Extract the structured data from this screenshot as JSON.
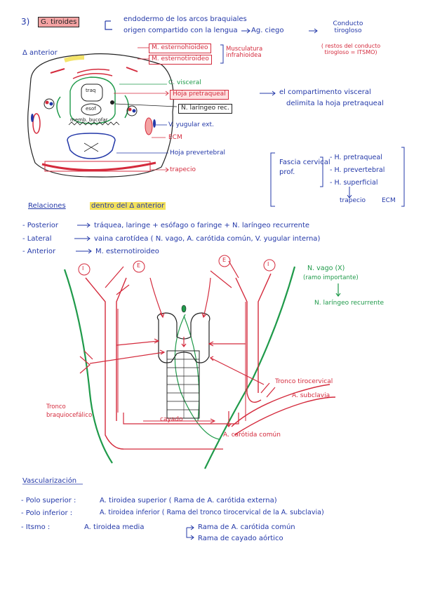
{
  "header": {
    "number": "3)",
    "topic": "G. tiroides",
    "line1": "endodermo de los arcos braquiales",
    "line2": "origen compartido con la lengua",
    "line2_b": "Ag. ciego",
    "line2_c": "Conducto tirogloso",
    "note": "( restos del conducto tirogloso = ITSMO)"
  },
  "section_triangle": {
    "title": "Δ anterior",
    "musc_group_label": "Musculatura infrahioidea",
    "labels": {
      "esternohioideo": "M. esternohioideo",
      "esternotiroideo": "M. esternotiroideo",
      "c_visceral": "C. visceral",
      "hoja_pretraqueal": "Hoja pretraqueal",
      "n_laringeo": "N. laríngeo rec.",
      "v_yugular": "V. yugular ext.",
      "ech": "ECM",
      "hoja_prevertebral": "Hoja prevertebral",
      "trapecio": "trapecio",
      "memb_bucofar": "memb. bucofar.",
      "esof": "esof",
      "traq": "traq"
    },
    "visceral_note_1": "el compartimento visceral",
    "visceral_note_2": "delimita la hoja pretraqueal"
  },
  "fascia_box": {
    "left_1": "Fascia cervical",
    "left_2": "prof.",
    "items": [
      "- H. pretraqueal",
      "- H. prevertebral",
      "- H. superficial"
    ],
    "bottom_left": "trapecio",
    "bottom_right": "ECM"
  },
  "relations": {
    "title": "Relaciones",
    "subtitle": "dentro del Δ anterior",
    "rows": [
      {
        "k": "- Posterior",
        "v": "tráquea, laringe + esófago o faringe + N. laríngeo recurrente"
      },
      {
        "k": "- Lateral",
        "v": "vaina carotídea ( N. vago, A. carótida común, V. yugular interna)"
      },
      {
        "k": "- Anterior",
        "v": "M. esternotiroideo"
      }
    ]
  },
  "diagram": {
    "marks": [
      "I",
      "E",
      "E",
      "I"
    ],
    "n_vago": "N. vago (X)",
    "n_vago_sub": "(ramo importante)",
    "n_laringeo": "N. laríngeo recurrente",
    "tronco_tiro": "Tronco tirocervical",
    "a_subclavia": "A. subclavia",
    "tronco_braquio_1": "Tronco",
    "tronco_braquio_2": "braquiocefálico",
    "cayado": "cayado",
    "a_carotida": "A. carótida común"
  },
  "vascularization": {
    "title": "Vascularización",
    "rows": [
      {
        "k": "- Polo superior :",
        "v": "A. tiroidea superior  ( Rama de A. carótida externa)"
      },
      {
        "k": "- Polo inferior :",
        "v": "A. tiroidea inferior  ( Rama del tronco tirocervical de la A. subclavia)"
      },
      {
        "k": "- Itsmo :",
        "v": "A. tiroidea media",
        "b1": "Rama de A. carótida común",
        "b2": "Rama de cayado aórtico"
      }
    ]
  },
  "colors": {
    "blue": "#2338a8",
    "red": "#d42a3c",
    "green": "#1f9a4a",
    "pink": "#f4a3a3",
    "yellow": "#f3e15a"
  }
}
